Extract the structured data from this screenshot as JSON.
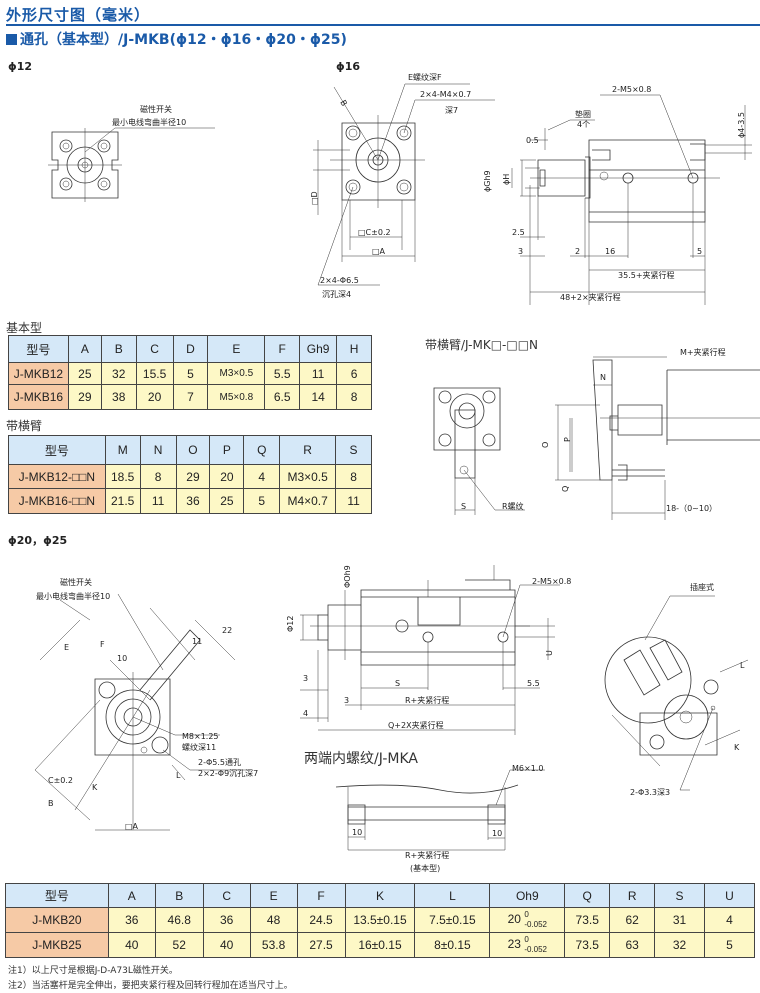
{
  "header": {
    "title": "外形尺寸图（毫米）",
    "subtitle": "通孔（基本型）/J-MKB(ϕ12・ϕ16・ϕ20・ϕ25)"
  },
  "sections": {
    "phi12": "ϕ12",
    "phi16": "ϕ16",
    "phi20_25": "ϕ20，ϕ25",
    "basic": "基本型",
    "arm": "带横臂",
    "arm_drawing": "带横臂/J-MK□-□□N",
    "mka": "两端内螺纹/J-MKA"
  },
  "labels_phi12": {
    "switch": "磁性开关",
    "bend": "最小电线弯曲半径10"
  },
  "labels_phi16": {
    "thread": "E螺纹深F",
    "tap": "2×4-M4×0.7",
    "depth7": "深7",
    "B": "B",
    "D": "□D",
    "C": "□C±0.2",
    "A": "□A",
    "hole": "2×4-Φ6.5",
    "cbore": "沉孔深4"
  },
  "labels_side16": {
    "washer": "垫圈",
    "washer_qty": "4个",
    "d05": "0.5",
    "port": "2-M5×0.8",
    "phi4": "ϕ4-3.5",
    "Gh9": "ϕGh9",
    "H": "ϕH",
    "d25": "2.5",
    "d3": "3",
    "d2": "2",
    "d16": "16",
    "d5": "5",
    "len1": "35.5+夹紧行程",
    "len2": "48+2×夹紧行程"
  },
  "labels_arm": {
    "M": "M+夹紧行程",
    "N": "N",
    "O": "O",
    "P": "P",
    "Q": "Q",
    "S": "S",
    "R": "R螺纹",
    "adj": "18-（0~10）"
  },
  "labels_phi20": {
    "switch": "磁性开关",
    "bend": "最小电线弯曲半径10",
    "E": "E",
    "F": "F",
    "d10": "10",
    "d11": "11",
    "d22": "22",
    "thread": "M8×1.25",
    "thread_depth": "螺纹深11",
    "hole": "2-Φ5.5通孔",
    "cbore": "2×2-Φ9沉孔深7",
    "C": "C±0.2",
    "K": "K",
    "L": "L",
    "B": "B",
    "A": "□A"
  },
  "labels_side20": {
    "Oh9": "ΦOh9",
    "port": "2-M5×0.8",
    "phi12": "Φ12",
    "U": "U",
    "d3a": "3",
    "S": "S",
    "d55": "5.5",
    "d3b": "3",
    "R": "R+夹紧行程",
    "d4": "4",
    "Q": "Q+2X夹紧行程"
  },
  "labels_mka": {
    "thread": "M6×1.0",
    "d10a": "10",
    "d10b": "10",
    "R": "R+夹紧行程",
    "basic": "(基本型)"
  },
  "labels_socket": {
    "type": "插座式",
    "hole": "2-Φ3.3深3",
    "L": "L",
    "K": "K"
  },
  "table_basic": {
    "headers": [
      "型号",
      "A",
      "B",
      "C",
      "D",
      "E",
      "F",
      "Gh9",
      "H"
    ],
    "rows": [
      [
        "J-MKB12",
        "25",
        "32",
        "15.5",
        "5",
        "M3×0.5",
        "5.5",
        "11",
        "6"
      ],
      [
        "J-MKB16",
        "29",
        "38",
        "20",
        "7",
        "M5×0.8",
        "6.5",
        "14",
        "8"
      ]
    ]
  },
  "table_arm": {
    "headers": [
      "型号",
      "M",
      "N",
      "O",
      "P",
      "Q",
      "R",
      "S"
    ],
    "rows": [
      [
        "J-MKB12-□□N",
        "18.5",
        "8",
        "29",
        "20",
        "4",
        "M3×0.5",
        "8"
      ],
      [
        "J-MKB16-□□N",
        "21.5",
        "11",
        "36",
        "25",
        "5",
        "M4×0.7",
        "11"
      ]
    ]
  },
  "table_big": {
    "headers": [
      "型号",
      "A",
      "B",
      "C",
      "E",
      "F",
      "K",
      "L",
      "Oh9",
      "Q",
      "R",
      "S",
      "U"
    ],
    "rows": [
      [
        "J-MKB20",
        "36",
        "46.8",
        "36",
        "48",
        "24.5",
        "13.5±0.15",
        "7.5±0.15",
        "20",
        "73.5",
        "62",
        "31",
        "4"
      ],
      [
        "J-MKB25",
        "40",
        "52",
        "40",
        "53.8",
        "27.5",
        "16±0.15",
        "8±0.15",
        "23",
        "73.5",
        "63",
        "32",
        "5"
      ]
    ],
    "tol_upper": "0",
    "tol_lower": "-0.052"
  },
  "notes": [
    "注1）以上尺寸是根据J-D-A73L磁性开关。",
    "注2）当活塞杆是完全伸出，要把夹紧行程及回转行程加在适当尺寸上。"
  ]
}
